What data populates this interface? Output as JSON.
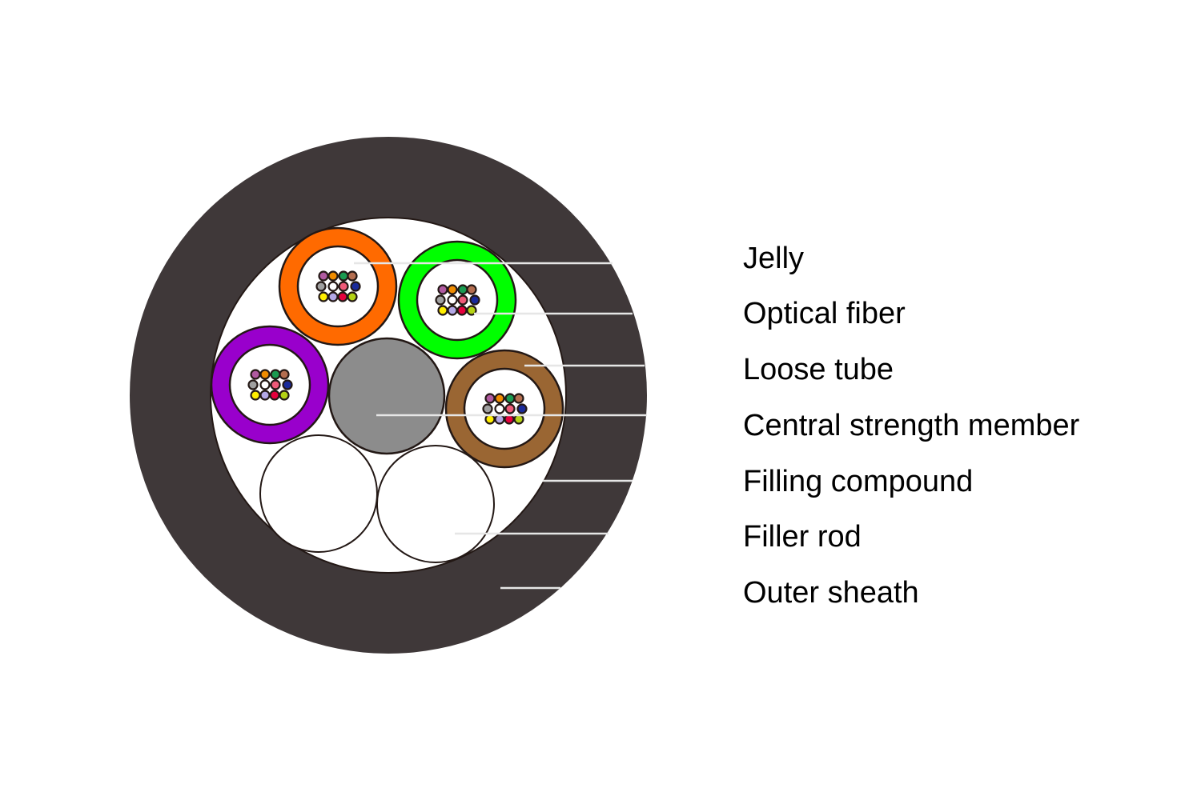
{
  "labels": [
    "Jelly",
    "Optical fiber",
    "Loose tube",
    "Central strength member",
    "Filling compound",
    "Filler rod",
    "Outer sheath"
  ],
  "colors": {
    "sheath": "#3f3839",
    "filling": "#ffffff",
    "central_member": "#8c8c8c",
    "outline": "#231815",
    "leader_line": "#e6e6e6"
  },
  "loose_tubes": [
    {
      "name": "orange",
      "color": "#ff6a00"
    },
    {
      "name": "green",
      "color": "#00ff00"
    },
    {
      "name": "purple",
      "color": "#9900cc"
    },
    {
      "name": "brown",
      "color": "#9a6633"
    }
  ],
  "fiber_colors": [
    "#b05aa0",
    "#f08c00",
    "#1a9a50",
    "#b46e50",
    "#a0a0a0",
    "#ffffff",
    "#ee5a78",
    "#1a2a9a",
    "#ffee00",
    "#b4a8e6",
    "#e6003c",
    "#b4d214"
  ]
}
